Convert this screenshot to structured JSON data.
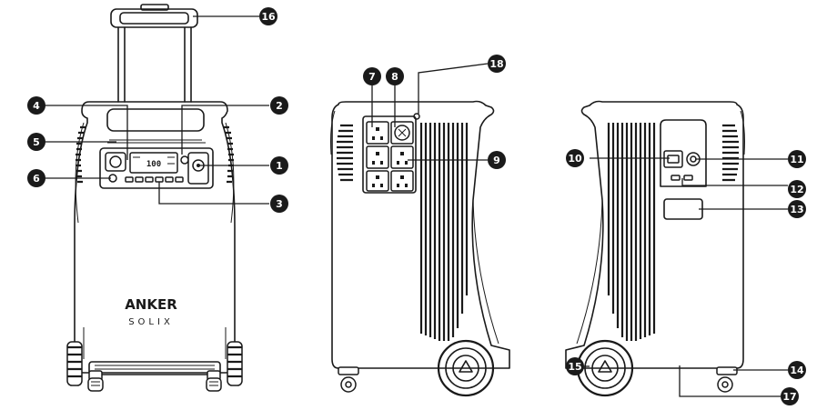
{
  "brand": {
    "line1": "ANKER",
    "line2": "SOLIX"
  },
  "callouts": [
    {
      "id": "1",
      "label": "1"
    },
    {
      "id": "2",
      "label": "2"
    },
    {
      "id": "3",
      "label": "3"
    },
    {
      "id": "4",
      "label": "4"
    },
    {
      "id": "5",
      "label": "5"
    },
    {
      "id": "6",
      "label": "6"
    },
    {
      "id": "7",
      "label": "7"
    },
    {
      "id": "8",
      "label": "8"
    },
    {
      "id": "9",
      "label": "9"
    },
    {
      "id": "10",
      "label": "10"
    },
    {
      "id": "11",
      "label": "11"
    },
    {
      "id": "12",
      "label": "12"
    },
    {
      "id": "13",
      "label": "13"
    },
    {
      "id": "14",
      "label": "14"
    },
    {
      "id": "15",
      "label": "15"
    },
    {
      "id": "16",
      "label": "16"
    },
    {
      "id": "17",
      "label": "17"
    },
    {
      "id": "18",
      "label": "18"
    }
  ],
  "colors": {
    "ink": "#1a1a1a",
    "paper": "#ffffff"
  }
}
